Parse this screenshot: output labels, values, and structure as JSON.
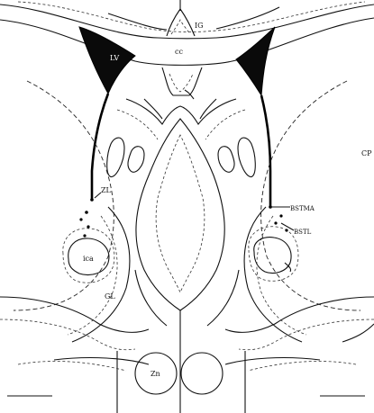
{
  "labels": {
    "ig": "IG",
    "cc": "cc",
    "lv": "LV",
    "cp": "CP",
    "zl": "ZL",
    "bstma": "BSTMA",
    "bstl": "BSTL",
    "ica": "ica",
    "gl": "GL",
    "zn": "Zn"
  },
  "colors": {
    "line": "#111111",
    "ventricle_fill": "#0a0a0a",
    "background": "#ffffff"
  }
}
